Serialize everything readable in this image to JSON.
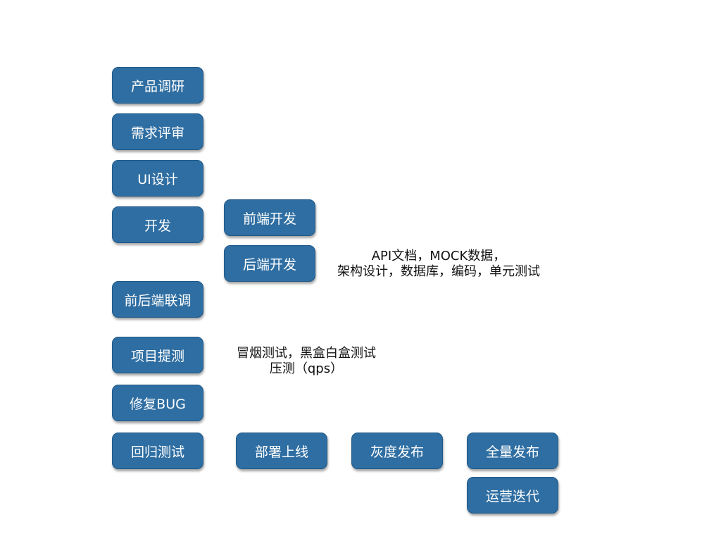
{
  "steps": {
    "product_research": "产品调研",
    "requirements_review": "需求评审",
    "ui_design": "UI设计",
    "development": "开发",
    "frontend_dev": "前端开发",
    "backend_dev": "后端开发",
    "integration": "前后端联调",
    "submit_test": "项目提测",
    "fix_bug": "修复BUG",
    "regression_test": "回归测试",
    "deploy": "部署上线",
    "gray_release": "灰度发布",
    "full_release": "全量发布",
    "operation_iteration": "运营迭代"
  },
  "notes": {
    "backend": {
      "line1": "API文档，MOCK数据，",
      "line2": "架构设计，数据库，编码，单元测试"
    },
    "testing": {
      "line1": "冒烟测试，黑盒白盒测试",
      "line2": "压测（qps）"
    }
  },
  "colors": {
    "box_fill": "#2f6ea2",
    "box_text": "#ffffff",
    "note_text": "#111111"
  }
}
